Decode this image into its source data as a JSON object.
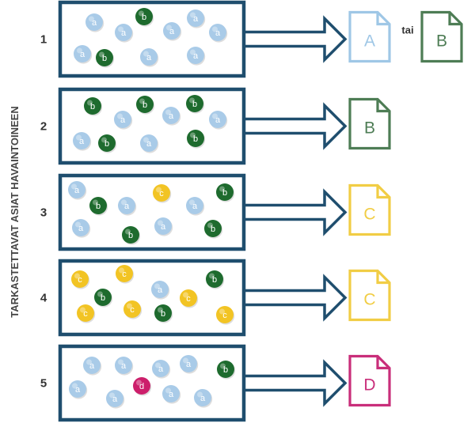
{
  "axis_label": "TARKASTETTAVAT ASIAT HAVAINTOINEEN",
  "connector_word": "tai",
  "colors": {
    "frame": "#1f4e6e",
    "a": "#a9cbe8",
    "b": "#1e6b2e",
    "c": "#f2c424",
    "d": "#cc1f6b",
    "doc_A": "#9fc7e6",
    "doc_B": "#4e7d55",
    "doc_C": "#f1cd45",
    "doc_D": "#c92e7a"
  },
  "rows": [
    {
      "number": "1",
      "items": [
        "a",
        "b",
        "a",
        "a",
        "a",
        "a",
        "a",
        "b",
        "a",
        "a"
      ],
      "outcomes": [
        {
          "letter": "A",
          "color": "doc_A"
        },
        {
          "letter": "B",
          "color": "doc_B"
        }
      ]
    },
    {
      "number": "2",
      "items": [
        "b",
        "b",
        "a",
        "a",
        "b",
        "a",
        "a",
        "b",
        "a",
        "b"
      ],
      "outcomes": [
        {
          "letter": "B",
          "color": "doc_B"
        }
      ]
    },
    {
      "number": "3",
      "items": [
        "a",
        "b",
        "a",
        "c",
        "a",
        "b",
        "a",
        "b",
        "a",
        "b"
      ],
      "outcomes": [
        {
          "letter": "C",
          "color": "doc_C"
        }
      ]
    },
    {
      "number": "4",
      "items": [
        "c",
        "c",
        "a",
        "b",
        "b",
        "c",
        "c",
        "b",
        "c",
        "c"
      ],
      "outcomes": [
        {
          "letter": "C",
          "color": "doc_C"
        }
      ]
    },
    {
      "number": "5",
      "items": [
        "a",
        "a",
        "a",
        "a",
        "d",
        "b",
        "a",
        "a",
        "a",
        "a"
      ],
      "outcomes": [
        {
          "letter": "D",
          "color": "doc_D"
        }
      ]
    }
  ]
}
